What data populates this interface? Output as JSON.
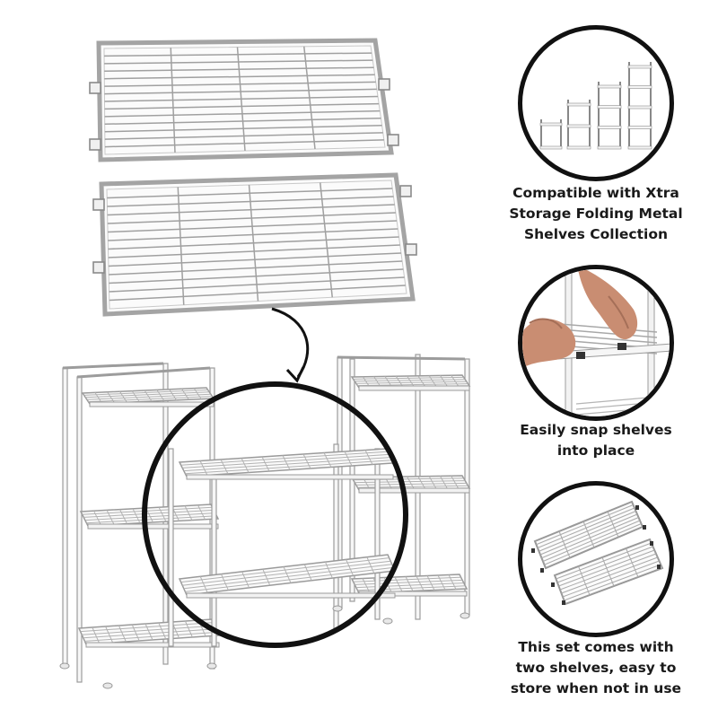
{
  "image": {
    "description_alt": "Product infographic for white wire shelf add-on set",
    "colors": {
      "background": "#ffffff",
      "metal": "#f4f4f4",
      "metal_edge": "#9a9a9a",
      "outline": "#111111",
      "caption": "#1a1a1a",
      "skin": "#c98d72"
    }
  },
  "features": [
    {
      "icon": "shelf-sizes-icon",
      "caption": "Compatible with Xtra\nStorage Folding Metal\nShelves Collection"
    },
    {
      "icon": "hand-snapping-shelf-icon",
      "caption": "Easily snap shelves\ninto place"
    },
    {
      "icon": "two-shelves-icon",
      "caption": "This set comes with\ntwo shelves, easy to\nstore when not in use"
    }
  ]
}
